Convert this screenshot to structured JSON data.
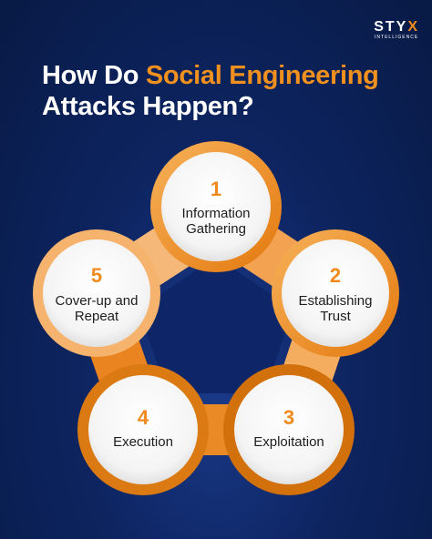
{
  "logo": {
    "text_main": "STY",
    "text_accent": "X",
    "subtext": "INTELLIGENCE"
  },
  "title": {
    "part1": "How Do ",
    "accent": "Social Engineering",
    "part2": "Attacks Happen?"
  },
  "colors": {
    "accent": "#f08a1c",
    "background": "#0d2460",
    "node_fill": "#ffffff"
  },
  "steps": [
    {
      "number": "1",
      "line1": "Information",
      "line2": "Gathering"
    },
    {
      "number": "2",
      "line1": "Establishing",
      "line2": "Trust"
    },
    {
      "number": "3",
      "line1": "Exploitation",
      "line2": ""
    },
    {
      "number": "4",
      "line1": "Execution",
      "line2": ""
    },
    {
      "number": "5",
      "line1": "Cover-up and",
      "line2": "Repeat"
    }
  ]
}
